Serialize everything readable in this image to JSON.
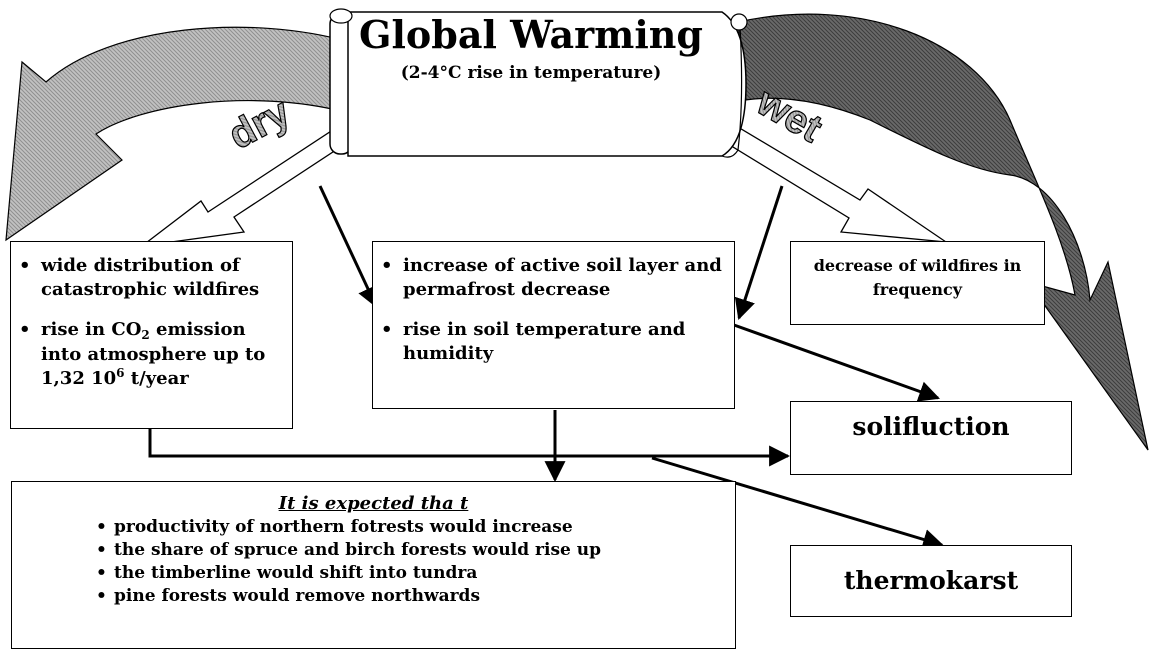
{
  "title": {
    "main": "Global Warming",
    "sub": "(2-4°C rise in temperature)"
  },
  "arrow_labels": {
    "dry": "dry",
    "wet": "wet"
  },
  "left_box": {
    "item1": "wide distribution of catastrophic wildfires",
    "item2_pre": "rise in CO",
    "item2_sub": "2",
    "item2_mid": " emission into atmosphere up to 1,32 10",
    "item2_sup": "6",
    "item2_post": " t/year"
  },
  "middle_box": {
    "item1": "increase of active soil layer and permafrost decrease",
    "item2": "rise in soil temperature and humidity"
  },
  "right_box": {
    "text": "decrease of wildfires in frequency"
  },
  "solifluction": "solifluction",
  "thermokarst": "thermokarst",
  "expected_box": {
    "title": "It is expected tha t",
    "items": [
      "productivity of northern fotrests would increase",
      "the share of spruce and birch forests would rise up",
      "the timberline would shift into tundra",
      "pine forests would remove northwards"
    ]
  },
  "colors": {
    "ink": "#000000",
    "hatch_dark": "#5a5a5a",
    "hatch_light": "#b4b4b4",
    "background": "#ffffff"
  }
}
